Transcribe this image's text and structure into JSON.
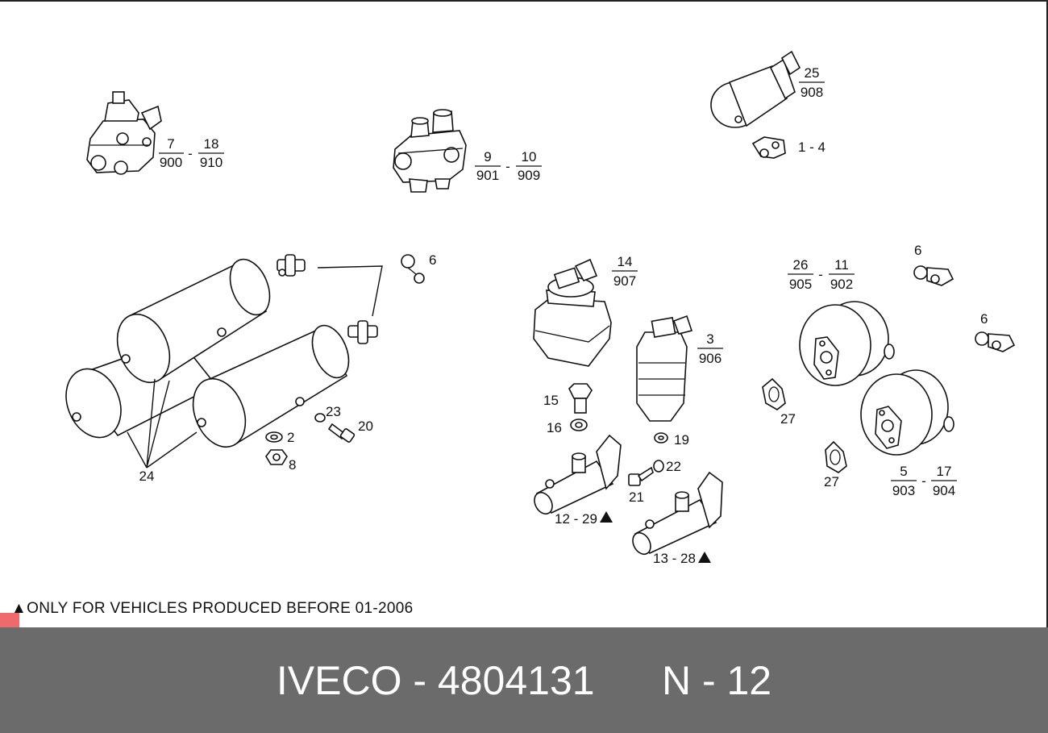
{
  "labels": {
    "l_7_900": {
      "top": "7",
      "bottom": "900"
    },
    "l_18_910": {
      "top": "18",
      "bottom": "910"
    },
    "l_9_901": {
      "top": "9",
      "bottom": "901"
    },
    "l_10_909": {
      "top": "10",
      "bottom": "909"
    },
    "l_25_908": {
      "top": "25",
      "bottom": "908"
    },
    "l_1_4": "1 - 4",
    "l_6_a": "6",
    "l_6_b": "6",
    "l_6_c": "6",
    "l_14_907": {
      "top": "14",
      "bottom": "907"
    },
    "l_3_906": {
      "top": "3",
      "bottom": "906"
    },
    "l_26_905": {
      "top": "26",
      "bottom": "905"
    },
    "l_11_902": {
      "top": "11",
      "bottom": "902"
    },
    "l_5_903": {
      "top": "5",
      "bottom": "903"
    },
    "l_17_904": {
      "top": "17",
      "bottom": "904"
    },
    "l_15": "15",
    "l_16": "16",
    "l_19": "19",
    "l_20": "20",
    "l_21": "21",
    "l_22": "22",
    "l_23": "23",
    "l_2": "2",
    "l_8": "8",
    "l_24": "24",
    "l_27_a": "27",
    "l_27_b": "27",
    "l_12_29": "12 - 29",
    "l_13_28": "13 - 28",
    "dash": "-"
  },
  "note": "ONLY FOR VEHICLES PRODUCED BEFORE 01-2006",
  "note_marker": "▲",
  "footer": {
    "brand_part": "IVECO - 4804131",
    "page_ref": "N - 12"
  }
}
